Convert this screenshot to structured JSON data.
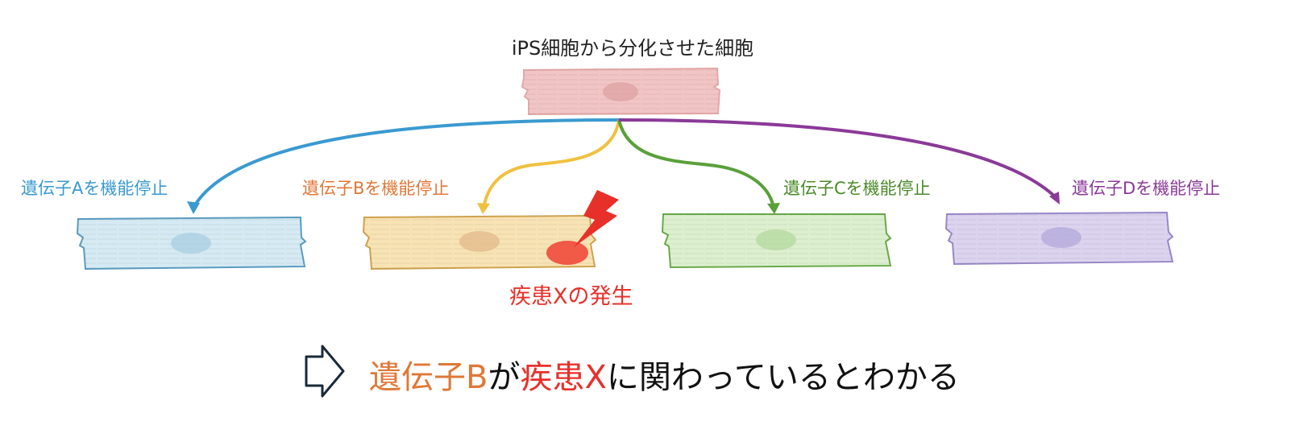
{
  "title": "iPS細胞から分化させた細胞",
  "colors": {
    "source": "#f0b8b8",
    "a": "#3a9ad0",
    "b": "#f0c040",
    "b_text": "#e07838",
    "c": "#5aa03a",
    "d": "#8a3a98",
    "red": "#e8302a"
  },
  "labels": {
    "a": "遺伝子Aを機能停止",
    "b": "遺伝子Bを機能停止",
    "c": "遺伝子Cを機能停止",
    "d": "遺伝子Dを機能停止"
  },
  "disease": "疾患Xの発生",
  "conclusion": {
    "gene": "遺伝子B",
    "p1": "が",
    "disease": "疾患X",
    "p2": "に関わっているとわかる"
  },
  "icons": [
    "cell",
    "lightning-icon",
    "right-arrow-icon"
  ]
}
